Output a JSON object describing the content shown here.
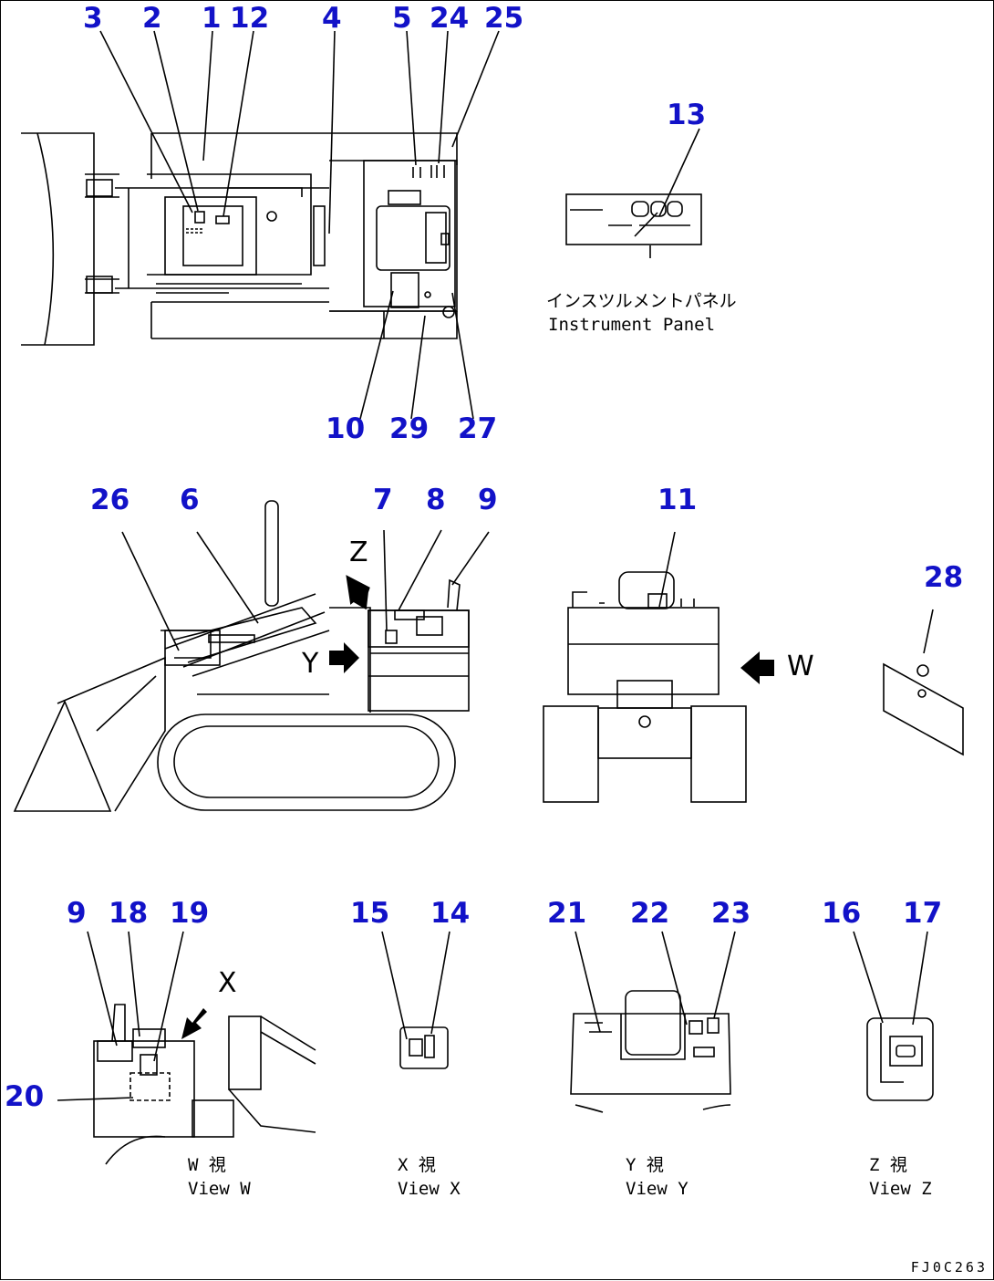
{
  "callouts": {
    "c1": "1",
    "c2": "2",
    "c3": "3",
    "c4": "4",
    "c5": "5",
    "c6": "6",
    "c7": "7",
    "c8": "8",
    "c9": "9",
    "c9b": "9",
    "c10": "10",
    "c11": "11",
    "c12": "12",
    "c13": "13",
    "c14": "14",
    "c15": "15",
    "c16": "16",
    "c17": "17",
    "c18": "18",
    "c19": "19",
    "c20": "20",
    "c21": "21",
    "c22": "22",
    "c23": "23",
    "c24": "24",
    "c25": "25",
    "c26": "26",
    "c27": "27",
    "c28": "28",
    "c29": "29"
  },
  "panel": {
    "jp": "インスツルメントパネル",
    "en": "Instrument Panel"
  },
  "views": {
    "w": {
      "jp": "W  視",
      "en": "View W"
    },
    "x": {
      "jp": "X  視",
      "en": "View X"
    },
    "y": {
      "jp": "Y  視",
      "en": "View Y"
    },
    "z": {
      "jp": "Z  視",
      "en": "View Z"
    }
  },
  "view_markers": {
    "w": "W",
    "x": "X",
    "y": "Y",
    "z": "Z"
  },
  "drawing_code": "FJ0C263",
  "colors": {
    "callout": "#1212c8",
    "line": "#000000"
  }
}
